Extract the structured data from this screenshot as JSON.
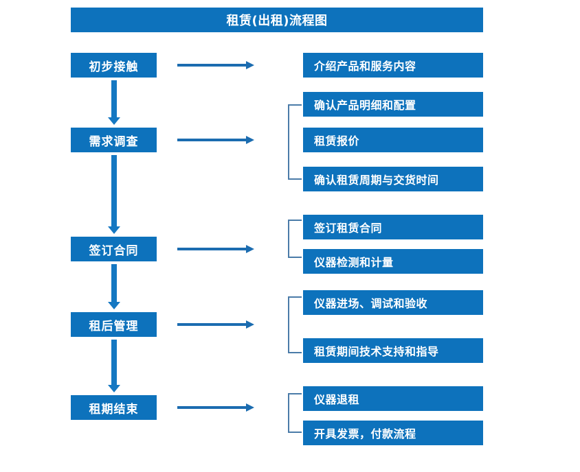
{
  "diagram": {
    "title": "租赁(出租)流程图",
    "colors": {
      "box_fill": "#0d72bc",
      "box_text": "#ffffff",
      "arrow": "#1b6cb0",
      "vertical_arrow": "#1578c2",
      "bracket": "#4a7ba8",
      "background": "#ffffff"
    },
    "stages": [
      {
        "label": "初步接触"
      },
      {
        "label": "需求调查"
      },
      {
        "label": "签订合同"
      },
      {
        "label": "租后管理"
      },
      {
        "label": "租期结束"
      }
    ],
    "tasks": [
      {
        "label": "介绍产品和服务内容"
      },
      {
        "label": "确认产品明细和配置"
      },
      {
        "label": "租赁报价"
      },
      {
        "label": "确认租赁周期与交货时间"
      },
      {
        "label": "签订租赁合同"
      },
      {
        "label": "仪器检测和计量"
      },
      {
        "label": "仪器进场、调试和验收"
      },
      {
        "label": "租赁期间技术支持和指导"
      },
      {
        "label": "仪器退租"
      },
      {
        "label": "开具发票，付款流程"
      }
    ]
  }
}
